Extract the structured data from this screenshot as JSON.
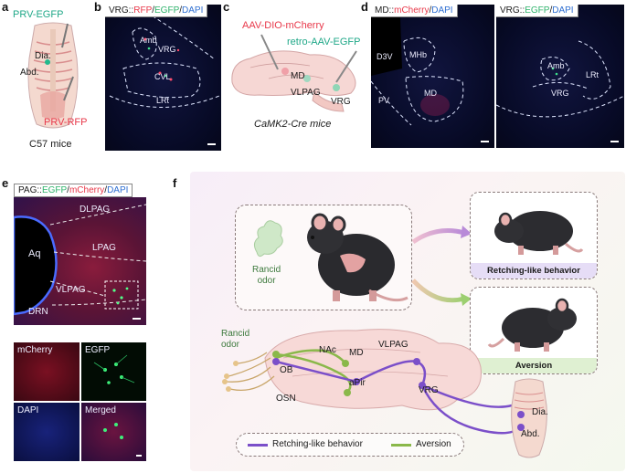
{
  "panel_letters": {
    "a": "a",
    "b": "b",
    "c": "c",
    "d": "d",
    "e": "e",
    "f": "f"
  },
  "panel_a": {
    "prv_egfp": "PRV-EGFP",
    "prv_rfp": "PRV-RFP",
    "dia": "Dia.",
    "abd": "Abd.",
    "mice": "C57 mice"
  },
  "panel_b": {
    "title_prefix": "VRG::",
    "title_rfp": "RFP",
    "title_egfp": "EGFP",
    "title_dapi": "DAPI",
    "sep": "/",
    "amb": "Amb",
    "vrg": "VRG",
    "cvl": "CVL",
    "lrt": "LRt"
  },
  "panel_c": {
    "aav_dio": "AAV-DIO-mCherry",
    "retro": "retro-AAV-EGFP",
    "md": "MD",
    "vlpag": "VLPAG",
    "vrg": "VRG",
    "mice": "CaMK2-Cre mice"
  },
  "panel_d": {
    "left_prefix": "MD::",
    "left_mcherry": "mCherry",
    "left_dapi": "DAPI",
    "right_prefix": "VRG::",
    "right_egfp": "EGFP",
    "right_dapi": "DAPI",
    "sep": "/",
    "d3v": "D3V",
    "mhb": "MHb",
    "pv": "PV",
    "md": "MD",
    "amb": "Amb",
    "lrt": "LRt",
    "vrg": "VRG"
  },
  "panel_e": {
    "title_prefix": "PAG::",
    "title_egfp": "EGFP",
    "title_mcherry": "mCherry",
    "title_dapi": "DAPI",
    "sep": "/",
    "dlpag": "DLPAG",
    "aq": "Aq",
    "lpag": "LPAG",
    "vlpag": "VLPAG",
    "drn": "DRN",
    "mcherry": "mCherry",
    "egfp": "EGFP",
    "dapi": "DAPI",
    "merged": "Merged"
  },
  "panel_f": {
    "rancid_odor_top": "Rancid\nodor",
    "rancid": "Rancid",
    "odor": "odor",
    "retching": "Retching-like behavior",
    "aversion": "Aversion",
    "nac": "NAc",
    "md": "MD",
    "vlpag": "VLPAG",
    "ob": "OB",
    "apir": "aPir",
    "vrg": "VRG",
    "osn": "OSN",
    "dia": "Dia.",
    "abd": "Abd.",
    "legend_retching": "Retching-like behavior",
    "legend_aversion": "Aversion"
  },
  "colors": {
    "purple": "#7b4fc9",
    "green": "#8ab84a",
    "red_label": "#e8384a",
    "green_label": "#2fb36b",
    "blue_label": "#2f6fd1"
  }
}
